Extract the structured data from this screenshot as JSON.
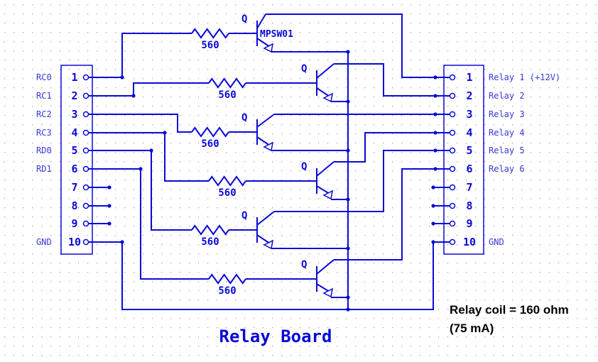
{
  "title": "Relay Board",
  "colors": {
    "ink": "#0a0ad6",
    "grid": "#9a9a9a",
    "note": "#000000"
  },
  "left_connector": {
    "signals": [
      "RC0",
      "RC1",
      "RC2",
      "RC3",
      "RD0",
      "RD1",
      "",
      "",
      "",
      "GND"
    ],
    "pins": [
      "1",
      "2",
      "3",
      "4",
      "5",
      "6",
      "7",
      "8",
      "9",
      "10"
    ]
  },
  "right_connector": {
    "pins": [
      "1",
      "2",
      "3",
      "4",
      "5",
      "6",
      "7",
      "8",
      "9",
      "10"
    ],
    "labels": [
      "Relay 1 (+12V)",
      "Relay 2",
      "Relay 3",
      "Relay 4",
      "Relay 5",
      "Relay 6",
      "",
      "",
      "",
      "GND"
    ]
  },
  "resistor_value": "560",
  "transistor_designator": "Q",
  "transistor_part": "MPSW01",
  "note": {
    "line1": "Relay coil = 160 ohm",
    "line2": "(75 mA)"
  }
}
